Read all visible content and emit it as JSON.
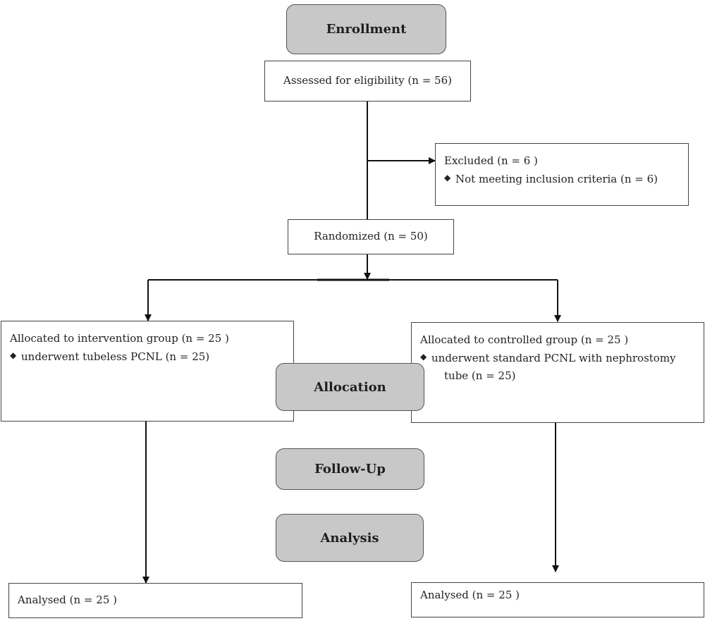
{
  "stages": {
    "enrollment": "Enrollment",
    "allocation": "Allocation",
    "follow_up": "Follow-Up",
    "analysis": "Analysis"
  },
  "boxes": {
    "assessed": "Assessed for eligibility (n = 56)",
    "excluded_title": "Excluded  (n = 6 )",
    "excluded_reason": "Not meeting inclusion criteria (n = 6)",
    "randomized": "Randomized (n = 50)",
    "intervention_title": "Allocated to intervention group (n = 25 )",
    "intervention_detail": "underwent tubeless PCNL (n = 25)",
    "control_title": "Allocated to controlled group (n = 25 )",
    "control_detail_line1": "underwent standard PCNL with nephrostomy",
    "control_detail_line2": "tube (n = 25)",
    "analysed_left": "Analysed  (n = 25 )",
    "analysed_right": "Analysed  (n = 25 )"
  },
  "bullet_glyph": "◆"
}
